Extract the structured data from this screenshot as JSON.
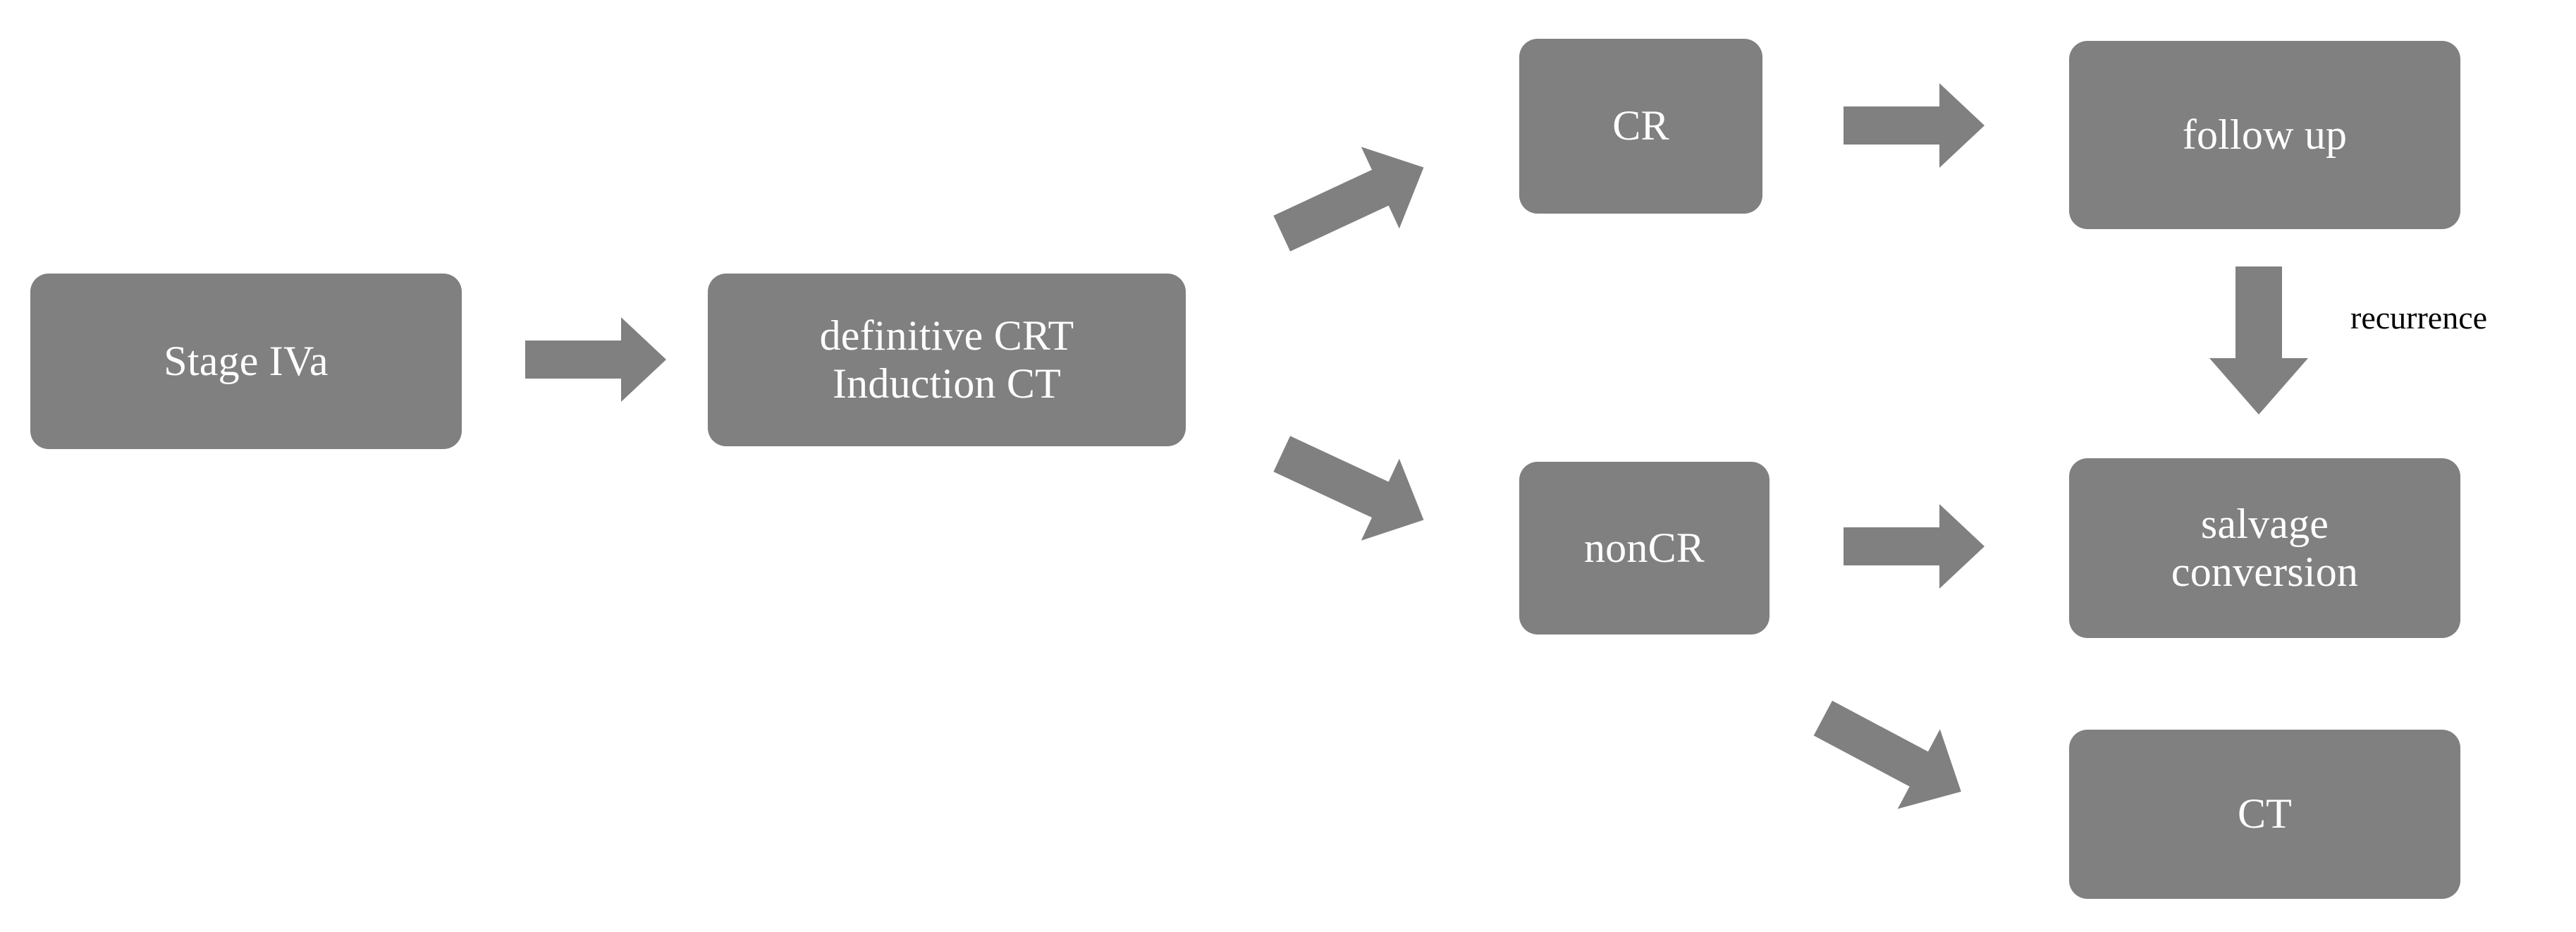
{
  "diagram": {
    "type": "flowchart",
    "title": "",
    "palette": {
      "node_fill": "#808080",
      "node_text": "#ffffff",
      "arrow_fill": "#808080",
      "label_text": "#000000",
      "background": "#ffffff"
    },
    "nodes": [
      {
        "id": "stage-iva",
        "label": "Stage IVa"
      },
      {
        "id": "definitive-crt",
        "label": "definitive CRT\nInduction CT"
      },
      {
        "id": "cr",
        "label": "CR"
      },
      {
        "id": "follow-up",
        "label": "follow up"
      },
      {
        "id": "noncr",
        "label": "nonCR"
      },
      {
        "id": "salvage",
        "label": "salvage\nconversion"
      },
      {
        "id": "ct",
        "label": "CT"
      }
    ],
    "arrows": [
      {
        "id": "stage-to-crt",
        "icon": "arrow-right-icon",
        "from": "stage-iva",
        "to": "definitive-crt",
        "label": ""
      },
      {
        "id": "branch-up",
        "icon": "arrow-up-right-icon",
        "from": "definitive-crt",
        "to": "cr",
        "label": ""
      },
      {
        "id": "branch-down",
        "icon": "arrow-down-right-icon",
        "from": "definitive-crt",
        "to": "noncr",
        "label": ""
      },
      {
        "id": "cr-to-follow",
        "icon": "arrow-right-icon",
        "from": "cr",
        "to": "follow-up",
        "label": ""
      },
      {
        "id": "recurrence",
        "icon": "arrow-down-icon",
        "from": "follow-up",
        "to": "salvage",
        "label": "recurrence"
      },
      {
        "id": "noncr-to-salv",
        "icon": "arrow-right-icon",
        "from": "noncr",
        "to": "salvage",
        "label": ""
      },
      {
        "id": "to-ct",
        "icon": "arrow-down-right-icon",
        "from": "noncr",
        "to": "ct",
        "label": ""
      }
    ],
    "labels": {
      "recurrence": "recurrence"
    }
  }
}
